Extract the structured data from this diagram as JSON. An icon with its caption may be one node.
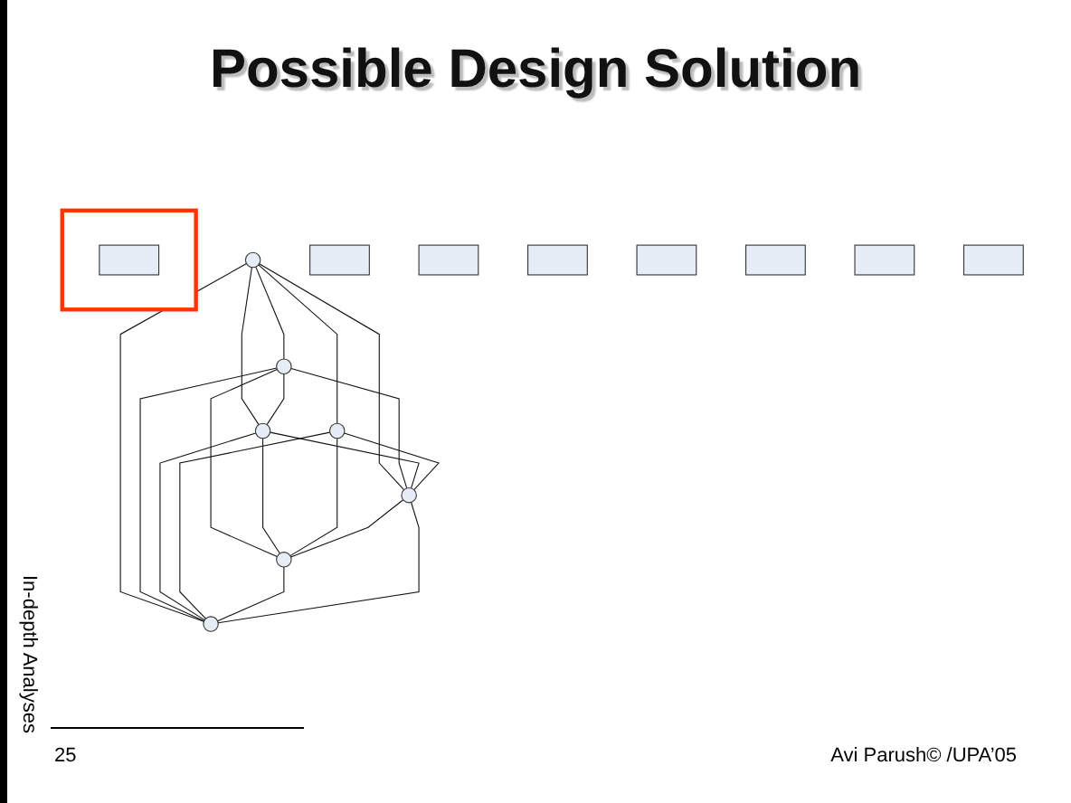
{
  "diagram": {
    "title": "Possible Design Solution",
    "nodes": [
      {
        "text": [],
        "shape": "circle"
      },
      {
        "text": [],
        "shape": "circle"
      },
      {
        "text": [],
        "shape": "circle"
      },
      {
        "text": [],
        "shape": "circle"
      },
      {
        "text": [],
        "shape": "circle"
      },
      {
        "text": [],
        "shape": "circle"
      },
      {
        "text": [],
        "shape": "circle"
      },
      {
        "text": [],
        "shape": "box"
      },
      {
        "text": [],
        "shape": "box"
      },
      {
        "text": [],
        "shape": "box",
        "in": 8
      },
      {
        "text": [],
        "shape": "box"
      },
      {
        "text": [],
        "shape": "box"
      },
      {
        "text": [],
        "shape": "box"
      },
      {
        "text": [],
        "shape": "box"
      },
      {
        "text": [],
        "shape": "box"
      },
      {
        "text": [],
        "shape": "box"
      }
    ],
    "edges": [
      {
        "from": 0,
        "to": 1,
        "arrow": "none"
      },
      {
        "from": 0,
        "to": 2,
        "arrow": "none"
      },
      {
        "from": 0,
        "to": 3,
        "arrow": "none"
      },
      {
        "from": 0,
        "to": 4,
        "arrow": "none"
      },
      {
        "from": 0,
        "to": 6,
        "arrow": "none"
      },
      {
        "from": 1,
        "to": 2,
        "arrow": "none"
      },
      {
        "from": 1,
        "to": 4,
        "arrow": "none"
      },
      {
        "from": 1,
        "to": 5,
        "arrow": "none"
      },
      {
        "from": 1,
        "to": 6,
        "arrow": "none"
      },
      {
        "from": 2,
        "to": 4,
        "arrow": "none"
      },
      {
        "from": 2,
        "to": 5,
        "arrow": "none"
      },
      {
        "from": 2,
        "to": 6,
        "arrow": "none"
      },
      {
        "from": 3,
        "to": 4,
        "arrow": "none"
      },
      {
        "from": 3,
        "to": 5,
        "arrow": "none"
      },
      {
        "from": 3,
        "to": 6,
        "arrow": "none"
      },
      {
        "from": 4,
        "to": 5,
        "arrow": "none"
      },
      {
        "from": 5,
        "to": 6,
        "arrow": "none"
      },
      {
        "from": 4,
        "to": 6,
        "arrow": "none"
      }
    ],
    "labels": [
      "In-depth Analyses",
      "25",
      "Avi Parush© /UPA’05"
    ]
  }
}
